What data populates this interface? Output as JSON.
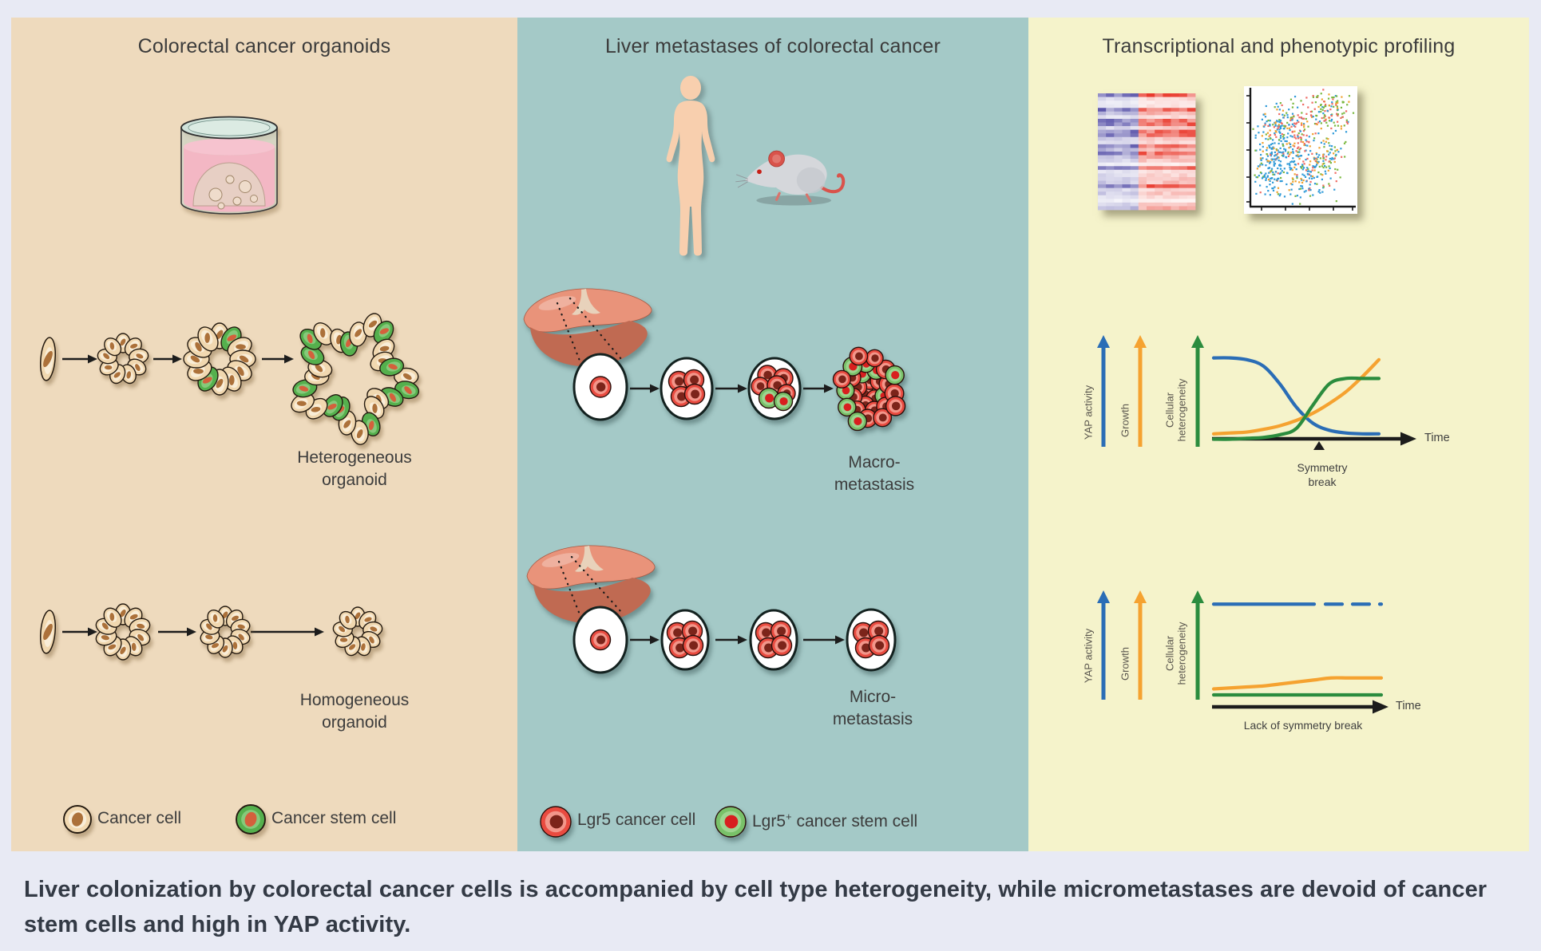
{
  "figure_caption": "Liver colonization by colorectal cancer cells is accompanied by cell type heterogeneity, while micrometastases are devoid of cancer stem cells and high in YAP activity.",
  "panels": {
    "organoids": {
      "title": "Colorectal cancer organoids",
      "heterogeneous_label": "Heterogeneous organoid",
      "homogeneous_label": "Homogeneous organoid",
      "legend": [
        {
          "label": "Cancer cell"
        },
        {
          "label": "Cancer stem cell"
        }
      ]
    },
    "metastases": {
      "title": "Liver metastases of colorectal cancer",
      "macro_label": "Macro-metastasis",
      "micro_label": "Micro-metastasis",
      "legend": [
        {
          "label": "Lgr5 cancer cell"
        },
        {
          "base": "Lgr5",
          "sup": "+",
          "rest": " cancer stem cell"
        }
      ]
    },
    "profiling": {
      "title": "Transcriptional and phenotypic profiling"
    }
  },
  "chart_data": [
    {
      "type": "line",
      "id": "symmetry-break-chart",
      "x_axis_label": "Time",
      "annotation": "Symmetry break",
      "series": [
        {
          "name": "YAP activity",
          "color": "#2a6db6",
          "style": "solid",
          "values": [
            0.95,
            0.95,
            0.93,
            0.86,
            0.66,
            0.4,
            0.22,
            0.14,
            0.11,
            0.1,
            0.1
          ]
        },
        {
          "name": "Growth",
          "color": "#f5a230",
          "style": "solid",
          "values": [
            0.1,
            0.11,
            0.12,
            0.15,
            0.19,
            0.25,
            0.33,
            0.44,
            0.57,
            0.74,
            0.93
          ]
        },
        {
          "name": "Cellular heterogeneity",
          "color": "#2b8c3e",
          "style": "solid",
          "values": [
            0.04,
            0.04,
            0.05,
            0.06,
            0.09,
            0.16,
            0.42,
            0.66,
            0.72,
            0.72,
            0.72
          ]
        }
      ]
    },
    {
      "type": "line",
      "id": "lack-of-symmetry-break-chart",
      "x_axis_label": "Time",
      "annotation": "Lack of symmetry break",
      "series": [
        {
          "name": "YAP activity",
          "color": "#2a6db6",
          "style": "solid_then_dashed",
          "values": [
            0.95,
            0.95,
            0.95,
            0.95,
            0.95,
            0.95,
            0.95,
            0.95,
            0.95,
            0.95,
            0.95
          ]
        },
        {
          "name": "Growth",
          "color": "#f5a230",
          "style": "solid",
          "values": [
            0.1,
            0.11,
            0.12,
            0.13,
            0.15,
            0.17,
            0.19,
            0.21,
            0.21,
            0.21,
            0.21
          ]
        },
        {
          "name": "Cellular heterogeneity",
          "color": "#2b8c3e",
          "style": "solid",
          "values": [
            0.04,
            0.04,
            0.04,
            0.04,
            0.04,
            0.04,
            0.04,
            0.04,
            0.04,
            0.04,
            0.04
          ]
        }
      ]
    }
  ],
  "colors": {
    "background": "#e8eaf4",
    "panel_organoids": "#eedabd",
    "panel_metastases": "#a4c9c7",
    "panel_profiling": "#f5f3cb",
    "title_text": "#3b3b3b",
    "caption_text": "#333a45",
    "cancer_cell_body": "#f1d8b0",
    "cancer_cell_inner": "#faf0dc",
    "cancer_cell_nucleus": "#ac713a",
    "stem_cell_body": "#55b04d",
    "stem_cell_inner": "#8ccc80",
    "stem_cell_nucleus": "#d4603c",
    "lgr5_cell_body": "#e94b40",
    "lgr5_cell_inner": "#f2968a",
    "lgr5_cell_nucleus": "#7c241a",
    "lgr5_stem_body": "#79c169",
    "lgr5_stem_inner": "#9ed490",
    "lgr5_stem_nucleus": "#d81f1f",
    "yap_blue": "#2a6db6",
    "growth_orange": "#f5a230",
    "heterogeneity_green": "#2b8c3e",
    "axis_black": "#1c1c1c",
    "liver_light": "#e9937a",
    "liver_dark": "#c06a52",
    "skin": "#f8cfae",
    "mouse_grey": "#d5d7db",
    "mouse_red": "#d9534b",
    "heatmap_blue": "#5a54aa",
    "heatmap_red": "#e93a2c",
    "tsne_blue": "#2f9ad8",
    "tsne_green": "#7ab83f",
    "tsne_orange": "#f0a22e",
    "tsne_red": "#ef6a62"
  }
}
